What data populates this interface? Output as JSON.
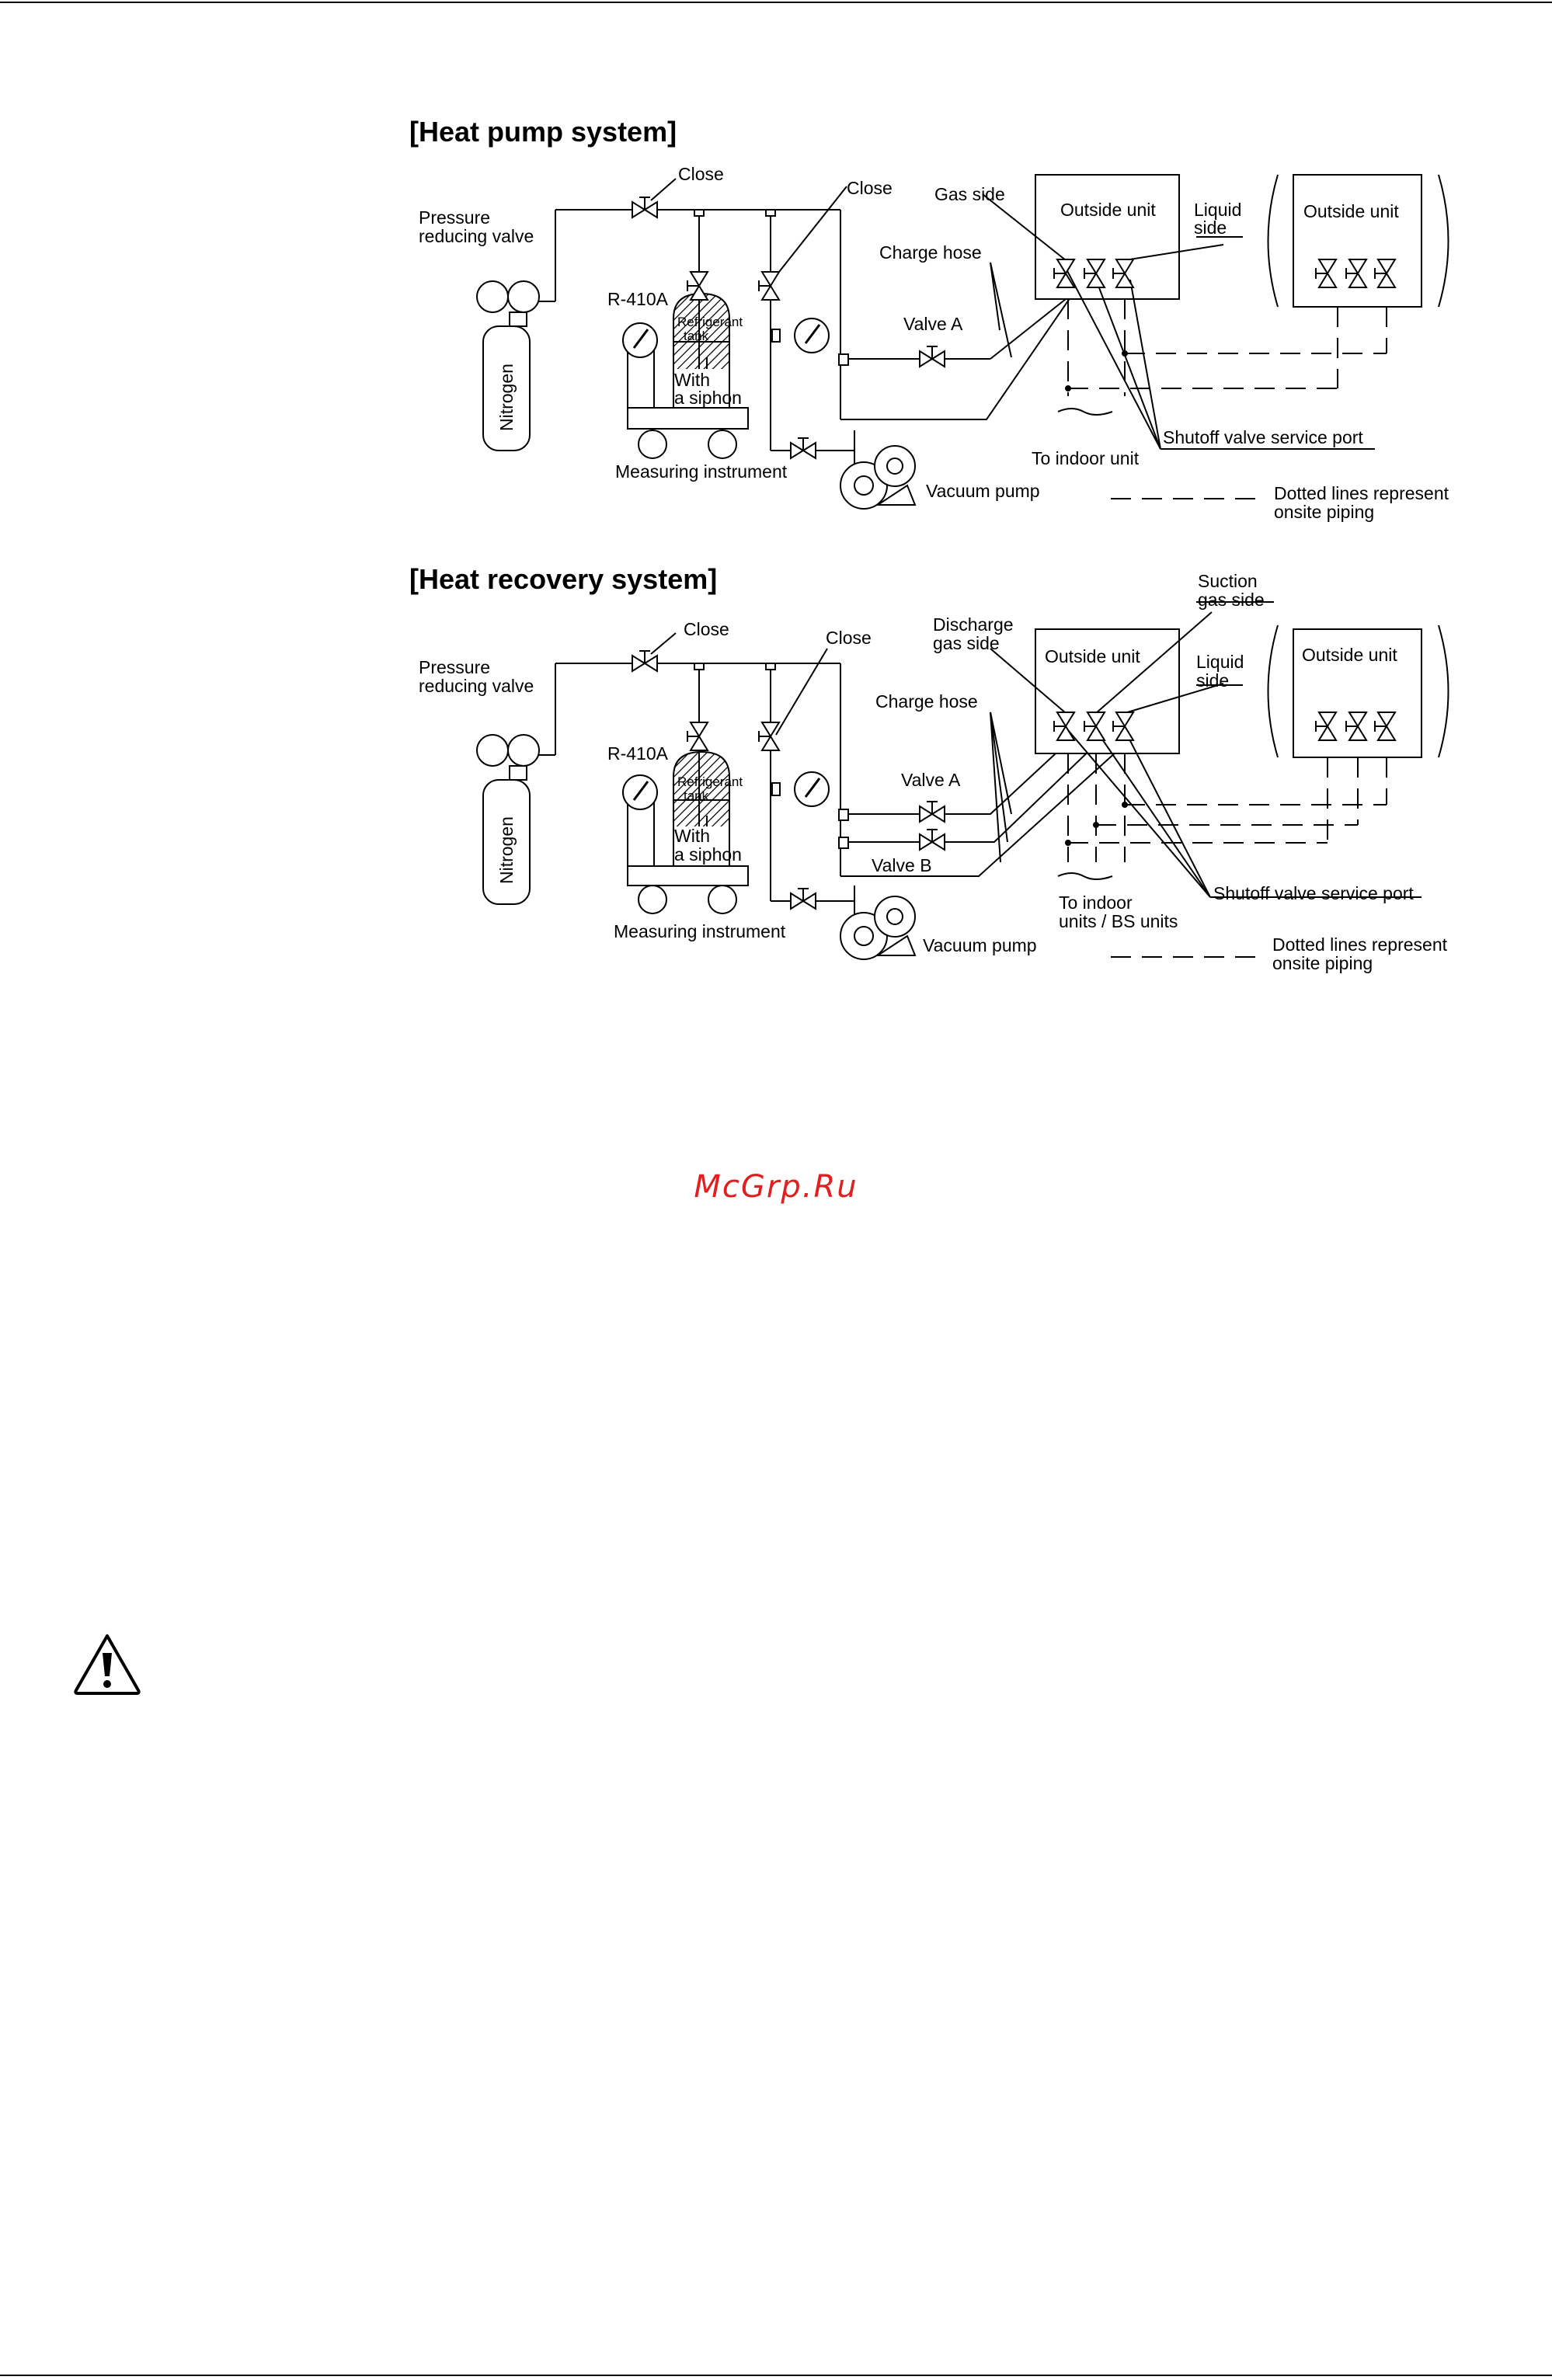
{
  "watermark": "McGrp.Ru",
  "colors": {
    "line": "#000000",
    "watermark": "#e02020",
    "background": "#ffffff"
  },
  "icons": {
    "warning": "warning-triangle-icon"
  },
  "heat_pump": {
    "title": "[Heat pump system]",
    "close_left": "Close",
    "close_right": "Close",
    "pressure_reducing_valve_1": "Pressure",
    "pressure_reducing_valve_2": "reducing valve",
    "nitrogen": "Nitrogen",
    "refrigerant": "R-410A",
    "tank_1": "Refrigerant",
    "tank_2": "tank",
    "siphon_1": "With",
    "siphon_2": "a siphon",
    "measuring_instrument": "Measuring instrument",
    "vacuum_pump": "Vacuum pump",
    "gas_side": "Gas side",
    "charge_hose": "Charge hose",
    "valve_a": "Valve A",
    "outside_unit": "Outside unit",
    "outside_unit_2": "Outside unit",
    "liquid_side_1": "Liquid",
    "liquid_side_2": "side",
    "shutoff_port": "Shutoff valve service port",
    "to_indoor": "To indoor unit",
    "dotted_1": "Dotted lines represent",
    "dotted_2": "onsite piping"
  },
  "heat_recovery": {
    "title": "[Heat recovery system]",
    "close_left": "Close",
    "close_right": "Close",
    "pressure_reducing_valve_1": "Pressure",
    "pressure_reducing_valve_2": "reducing valve",
    "nitrogen": "Nitrogen",
    "refrigerant": "R-410A",
    "tank_1": "Refrigerant",
    "tank_2": "tank",
    "siphon_1": "With",
    "siphon_2": "a siphon",
    "measuring_instrument": "Measuring instrument",
    "vacuum_pump": "Vacuum pump",
    "discharge_1": "Discharge",
    "discharge_2": "gas side",
    "suction_1": "Suction",
    "suction_2": "gas side",
    "charge_hose": "Charge hose",
    "valve_a": "Valve A",
    "valve_b": "Valve B",
    "outside_unit": "Outside unit",
    "outside_unit_2": "Outside unit",
    "liquid_side_1": "Liquid",
    "liquid_side_2": "side",
    "shutoff_port": "Shutoff valve service port",
    "to_indoor_1": "To indoor",
    "to_indoor_2": "units / BS units",
    "dotted_1": "Dotted lines represent",
    "dotted_2": "onsite piping"
  }
}
